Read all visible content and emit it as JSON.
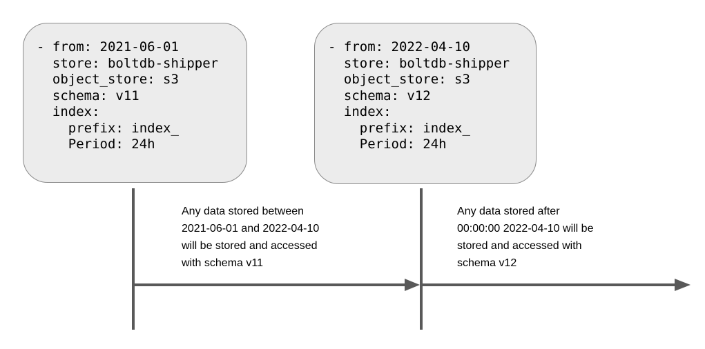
{
  "config_blocks": [
    {
      "yaml": "- from: 2021-06-01\n  store: boltdb-shipper\n  object_store: s3\n  schema: v11\n  index:\n    prefix: index_\n    Period: 24h"
    },
    {
      "yaml": "- from: 2022-04-10\n  store: boltdb-shipper\n  object_store: s3\n  schema: v12\n  index:\n    prefix: index_\n    Period: 24h"
    }
  ],
  "annotations": [
    {
      "text": "Any data stored between\n2021-06-01 and 2022-04-10\nwill be stored and accessed\nwith schema v11"
    },
    {
      "text": "Any data stored after\n00:00:00 2022-04-10 will be\nstored and accessed with\nschema v12"
    }
  ],
  "colors": {
    "line": "#595959",
    "box_fill": "#ececec",
    "box_border": "#8a8a8a",
    "text": "#000000"
  }
}
